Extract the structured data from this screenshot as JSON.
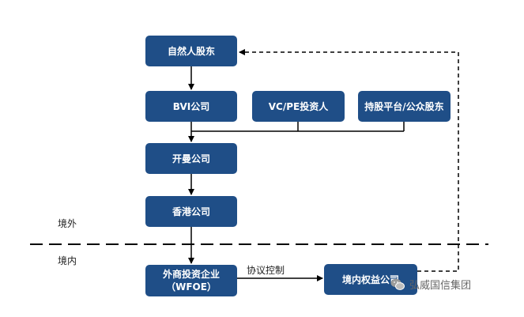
{
  "nodes": {
    "natural_shareholder": "自然人股东",
    "bvi": "BVI公司",
    "vcpe": "VC/PE投资人",
    "platform": "持股平台/公众股东",
    "kaiman": "开曼公司",
    "hk": "香港公司",
    "wfoe_line1": "外商投资企业",
    "wfoe_line2": "（WFOE）",
    "domestic": "境内权益公司"
  },
  "labels": {
    "overseas": "境外",
    "domestic_region": "境内",
    "agreement": "协议控制"
  },
  "watermark": {
    "text": "弘威国信集团",
    "icon": "wechat-icon"
  },
  "colors": {
    "box": "#1f4e87",
    "line": "#000000"
  }
}
